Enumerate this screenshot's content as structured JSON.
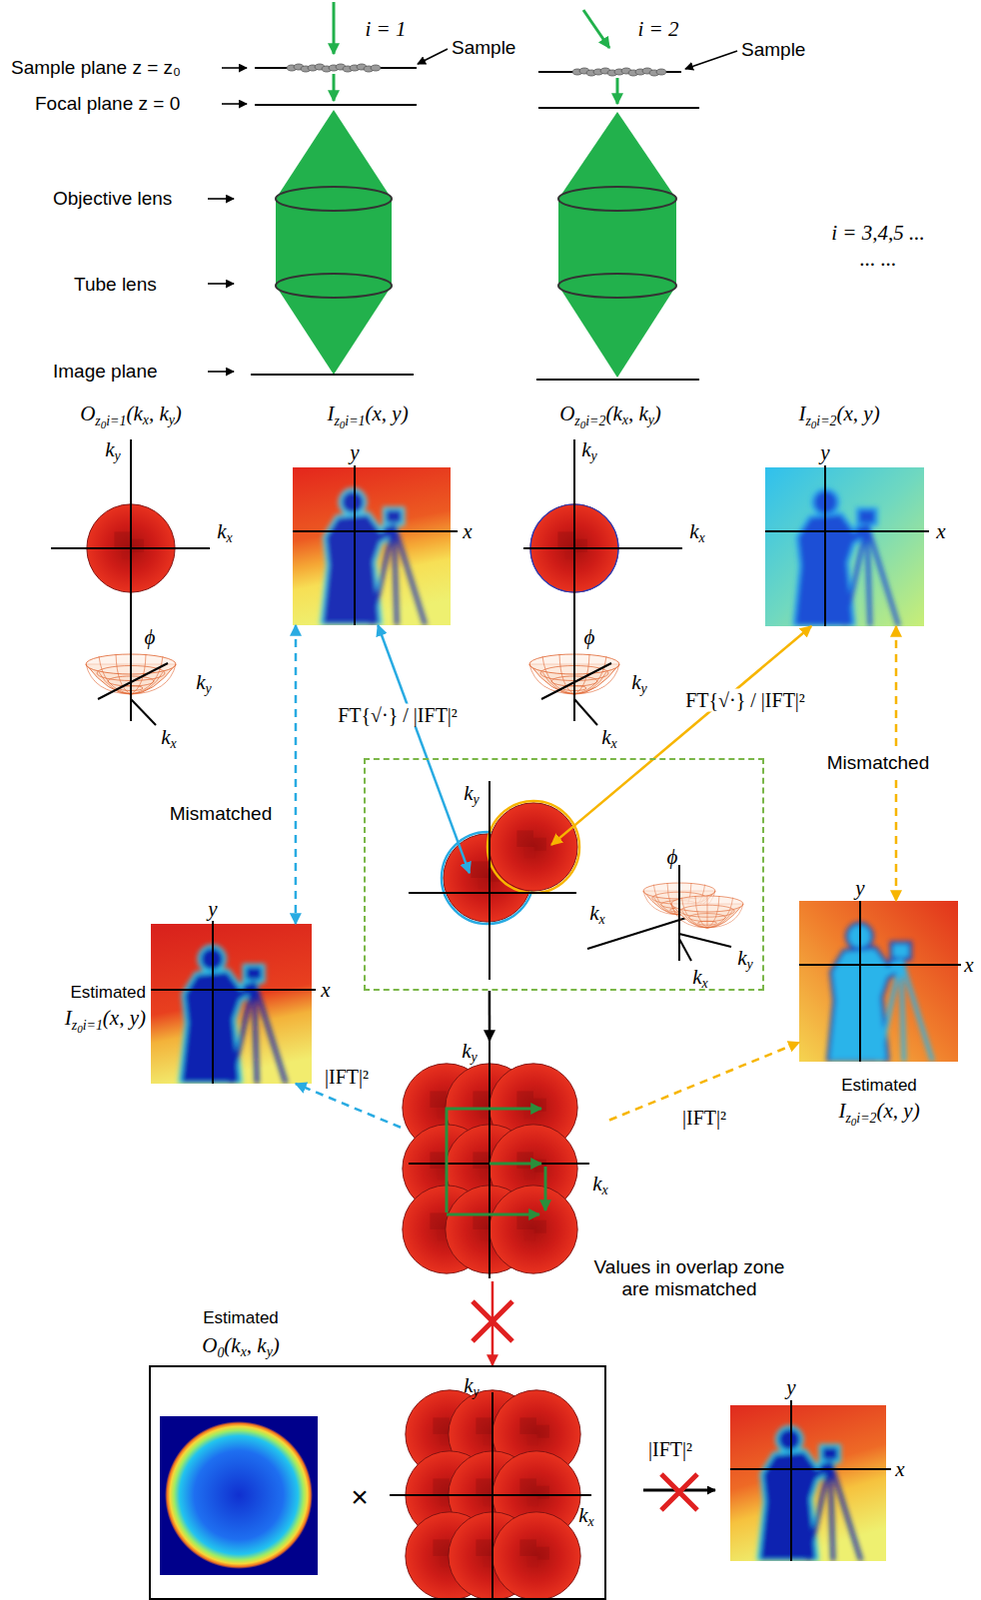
{
  "diagram": {
    "nodes": [
      {
        "text": [
          "Iz0i=1(x, y)",
          "y",
          "x"
        ]
      },
      {
        "text": [
          "Iz0i=2(x, y)",
          "y",
          "x"
        ]
      },
      {
        "text": [
          "ky",
          "kx",
          "ϕ",
          "ky",
          "kx"
        ]
      },
      {
        "text": [
          "Estimated",
          "Iz0i=1(x, y)",
          "y",
          "x"
        ]
      },
      {
        "text": [
          "Estimated",
          "Iz0i=2(x, y)",
          "y",
          "x"
        ]
      },
      {
        "text": [
          "ky",
          "kx"
        ]
      },
      {
        "text": [
          "Estimated",
          "O0(kx, ky)",
          "×",
          "ky",
          "kx"
        ]
      }
    ],
    "edges": [
      {
        "from": 0,
        "to": 3,
        "arrow": "both",
        "label": "Mismatched"
      },
      {
        "from": 1,
        "to": 4,
        "arrow": "both",
        "label": "Mismatched"
      },
      {
        "from": 0,
        "to": 2,
        "arrow": "both",
        "label": "FT{√·} / |IFT|²"
      },
      {
        "from": 1,
        "to": 2,
        "arrow": "both",
        "label": "FT{√·} / |IFT|²"
      },
      {
        "from": 2,
        "to": 5,
        "arrow": "to"
      },
      {
        "from": 5,
        "to": 3,
        "arrow": "to",
        "label": "|IFT|²"
      },
      {
        "from": 5,
        "to": 4,
        "arrow": "to",
        "label": "|IFT|²"
      },
      {
        "from": 5,
        "to": 6,
        "arrow": "to"
      }
    ],
    "labels": [
      "Sample plane z = z₀",
      "Focal plane z = 0",
      "i = 1",
      "Sample",
      "i = 2",
      "Sample",
      "Objective lens",
      "Tube lens",
      "Image plane",
      "i = 3,4,5 ...",
      "... ...",
      "Oz0i=1(kx, ky)",
      "ky",
      "kx",
      "ϕ",
      "ky",
      "kx",
      "Oz0i=2(kx, ky)",
      "ky",
      "kx",
      "ϕ",
      "ky",
      "kx",
      "Values in overlap zone are mismatched",
      "|IFT|²",
      "y",
      "x"
    ]
  }
}
